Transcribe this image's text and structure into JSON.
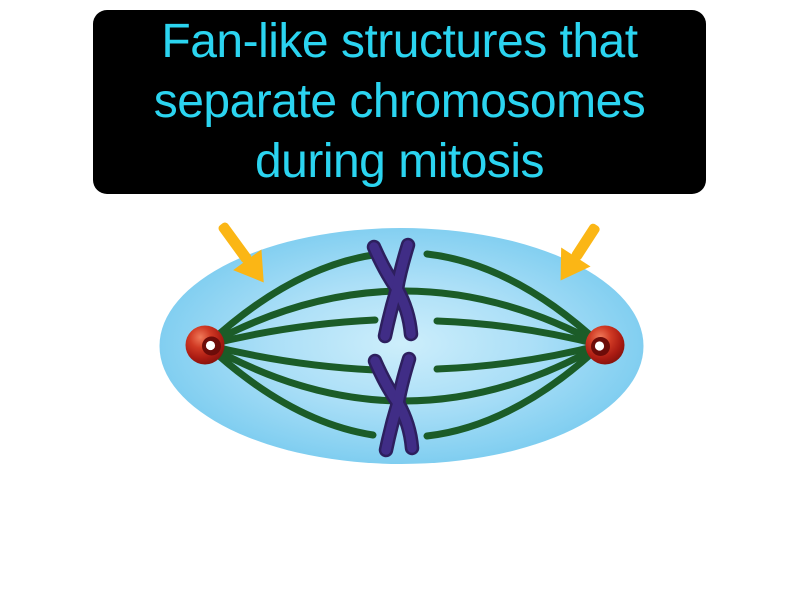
{
  "title": {
    "line1": "Fan-like structures that",
    "line2": "separate chromosomes",
    "line3": "during mitosis",
    "full_text": "Fan-like structures that separate chromosomes during mitosis"
  },
  "colors": {
    "title_bg": "#000000",
    "title_text": "#2bd4f0",
    "cell_center": "#cdeefb",
    "cell_edge": "#6ec5ee",
    "spindle_fiber": "#1b5c28",
    "chromosome": "#402d86",
    "chromosome_outline": "#2d1f5e",
    "centrosome_red": "#c42a1c",
    "centriole_dot": "#ffffff",
    "arrow_yellow": "#fbb615",
    "background": "#ffffff"
  },
  "figure": {
    "subject": "mitotic spindle fibers inside a cell",
    "pointer_arrows": 2,
    "spindle_poles": 2,
    "chromosomes": 2,
    "spindle_fibers": 6
  }
}
